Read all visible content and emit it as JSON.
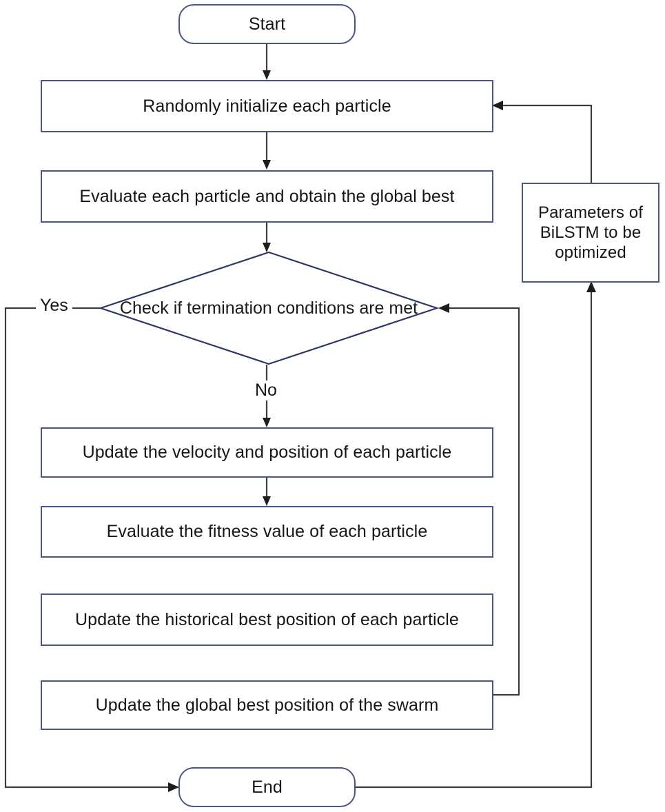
{
  "diagram": {
    "title": "PSO optimization flowchart for BiLSTM parameters",
    "accent_border_color": "#4c5483",
    "connector_color": "#3c3c3c",
    "background_color": "#ffffff"
  },
  "nodes": {
    "start": {
      "text": "Start",
      "shape": "terminator"
    },
    "init": {
      "text": "Randomly initialize each particle",
      "shape": "process"
    },
    "evaluate_global": {
      "text": "Evaluate each particle and obtain the global best",
      "shape": "process"
    },
    "decision": {
      "line1": "Check if termination",
      "line2": "conditions are met",
      "shape": "decision"
    },
    "update_velocity": {
      "text": "Update the velocity and position of each particle",
      "shape": "process"
    },
    "evaluate_fitness": {
      "text": "Evaluate the fitness value of each particle",
      "shape": "process"
    },
    "update_historical": {
      "text": "Update the historical best position of each particle",
      "shape": "process"
    },
    "update_global": {
      "text": "Update the global best position of the swarm",
      "shape": "process"
    },
    "end": {
      "text": "End",
      "shape": "terminator"
    },
    "parameters": {
      "line1": "Parameters of",
      "line2": "BiLSTM to be",
      "line3": "optimized",
      "shape": "process"
    }
  },
  "edge_labels": {
    "yes": "Yes",
    "no": "No"
  }
}
